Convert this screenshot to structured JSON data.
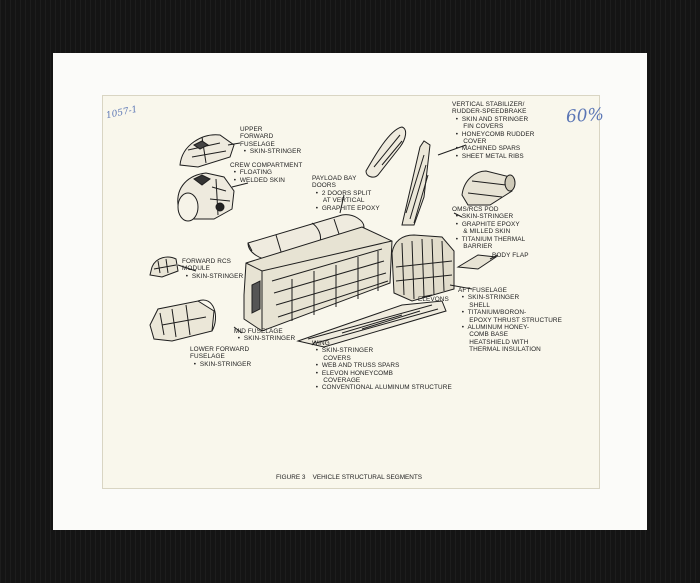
{
  "caption": "FIGURE 3    VEHICLE STRUCTURAL SEGMENTS",
  "handwriting": {
    "top_left": "1057-1",
    "top_right": "60%"
  },
  "labels": {
    "upper_forward": "UPPER\nFORWARD\nFUSELAGE\n  •  SKIN-STRINGER",
    "crew": "CREW COMPARTMENT\n  •  FLOATING\n  •  WELDED SKIN",
    "payload": "PAYLOAD BAY\nDOORS\n  •  2 DOORS SPLIT\n      AT VERTICAL\n  •  GRAPHITE EPOXY",
    "vertical": "VERTICAL STABILIZER/\nRUDDER-SPEEDBRAKE\n  •  SKIN AND STRINGER\n      FIN COVERS\n  •  HONEYCOMB RUDDER\n      COVER\n  •  MACHINED SPARS\n  •  SHEET METAL RIBS",
    "oms": "OMS/RCS POD\n  •  SKIN-STRINGER\n  •  GRAPHITE EPOXY\n      & MILLED SKIN\n  •  TITANIUM THERMAL\n      BARRIER",
    "body_flap": "BODY FLAP",
    "forward_rcs": "FORWARD RCS\nMODULE\n  •  SKIN-STRINGER",
    "elevons": "ELEVONS",
    "aft": "AFT FUSELAGE\n  •  SKIN-STRINGER\n      SHELL\n  •  TITANIUM/BORON-\n      EPOXY THRUST STRUCTURE\n  •  ALUMINUM HONEY-\n      COMB BASE\n      HEATSHIELD WITH\n      THERMAL INSULATION",
    "mid": "MID FUSELAGE\n  •  SKIN-STRINGER",
    "lower_forward": "LOWER FORWARD\nFUSELAGE\n  •  SKIN-STRINGER",
    "wing": "WING\n  •  SKIN-STRINGER\n      COVERS\n  •  WEB AND TRUSS SPARS\n  •  ELEVON HONEYCOMB\n      COVERAGE\n  •  CONVENTIONAL ALUMINUM STRUCTURE"
  }
}
